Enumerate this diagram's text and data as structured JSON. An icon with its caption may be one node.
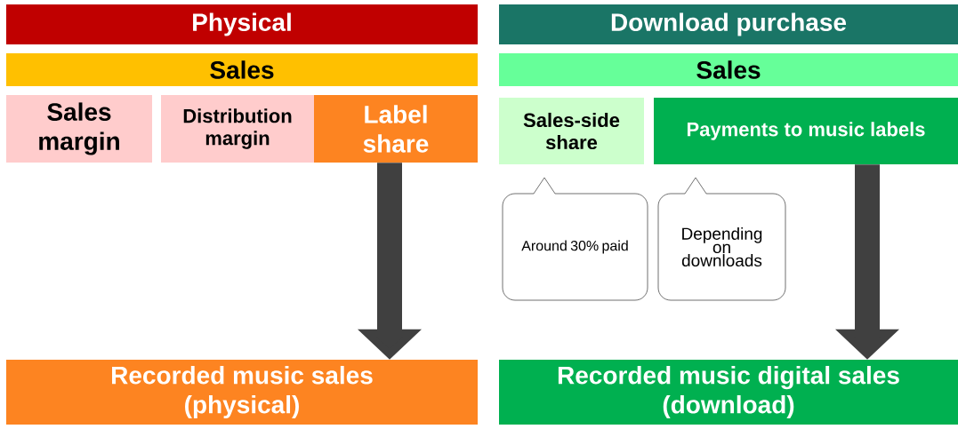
{
  "diagram": {
    "nodes": [
      {
        "text": [
          "Physical"
        ]
      },
      {
        "text": [
          "Sales"
        ]
      },
      {
        "text": [
          "Sales margin"
        ]
      },
      {
        "text": [
          "Distribution margin"
        ]
      },
      {
        "text": [
          "Label share"
        ]
      },
      {
        "text": [
          "Download purchase"
        ]
      },
      {
        "text": [
          "Sales"
        ]
      },
      {
        "text": [
          "Sales-side share"
        ]
      },
      {
        "text": [
          "Payments to music labels"
        ]
      },
      {
        "text": [
          "Around 30% paid"
        ]
      },
      {
        "text": [
          "Depending on downloads"
        ]
      },
      {
        "text": [
          "Recorded music sales (physical)"
        ]
      },
      {
        "text": [
          "Recorded music digital sales (download)"
        ]
      }
    ],
    "edges": [
      {
        "from": 4,
        "to": 11,
        "arrow": "to"
      },
      {
        "from": 8,
        "to": 12,
        "arrow": "to"
      }
    ]
  }
}
